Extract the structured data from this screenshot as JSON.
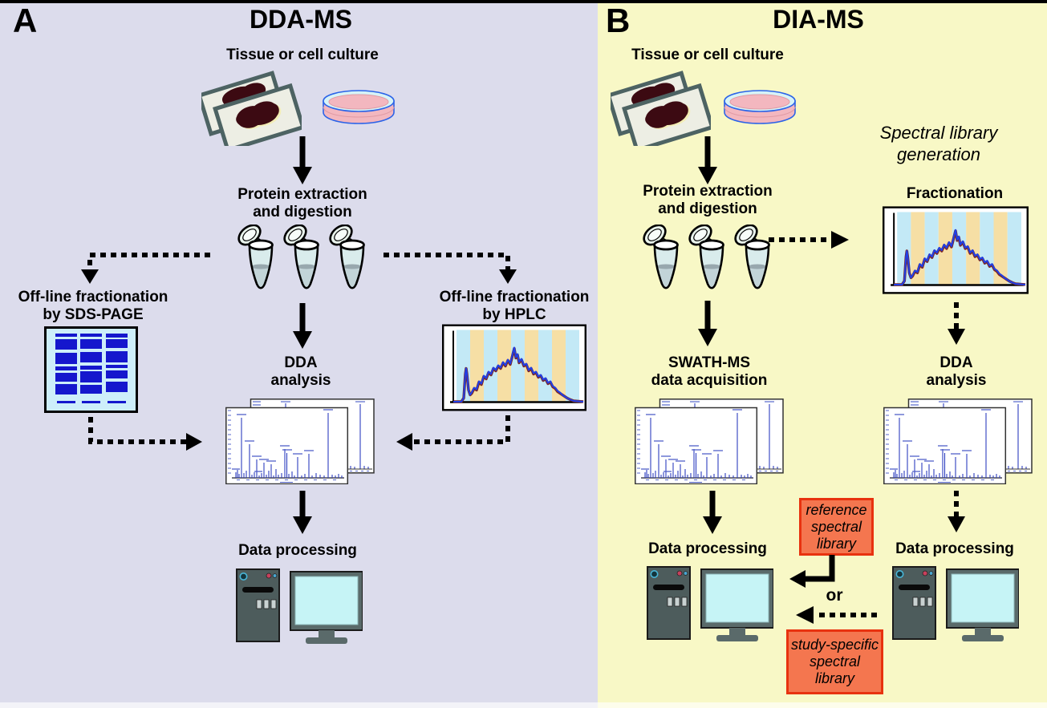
{
  "panel_a": {
    "label": "A",
    "title": "DDA-MS",
    "tissue": "Tissue or cell culture",
    "extraction_line1": "Protein extraction",
    "extraction_line2": "and digestion",
    "sds_line1": "Off-line fractionation",
    "sds_line2": "by SDS-PAGE",
    "hplc_line1": "Off-line fractionation",
    "hplc_line2": "by HPLC",
    "dda_line1": "DDA",
    "dda_line2": "analysis",
    "data_processing": "Data processing"
  },
  "panel_b": {
    "label": "B",
    "title": "DIA-MS",
    "tissue": "Tissue or cell culture",
    "spectral_lib_line1": "Spectral library",
    "spectral_lib_line2": "generation",
    "extraction_line1": "Protein extraction",
    "extraction_line2": "and digestion",
    "fractionation": "Fractionation",
    "swath_line1": "SWATH-MS",
    "swath_line2": "data acquisition",
    "dda_line1": "DDA",
    "dda_line2": "analysis",
    "data_processing_left": "Data processing",
    "data_processing_right": "Data processing",
    "reference_library": [
      "reference",
      "spectral",
      "library"
    ],
    "or_label": "or",
    "study_library": [
      "study-specific",
      "spectral",
      "library"
    ]
  },
  "colors": {
    "panel_a_background": "#dcdcec",
    "panel_b_background": "#f8f8c6",
    "library_box_fill": "#f4764f",
    "library_box_border": "#e8320f",
    "gel_band_blue": "#1517cd",
    "chromatogram_trace_blue": "#1f3fe8",
    "chromatogram_stripe_blue": "#c3e9f6",
    "chromatogram_stripe_tan": "#f6dfa5",
    "monitor_screen_cyan": "#c6f4f6",
    "arrow_black": "#000000"
  }
}
